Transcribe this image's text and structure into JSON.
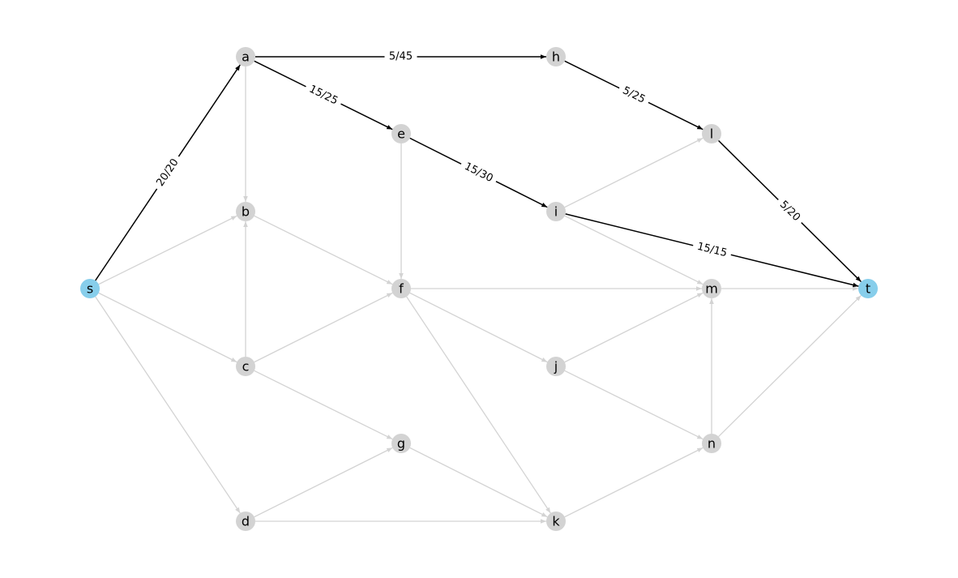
{
  "graph": {
    "nodes": [
      {
        "id": "s",
        "label": "s",
        "role": "source"
      },
      {
        "id": "a",
        "label": "a",
        "role": "inner"
      },
      {
        "id": "b",
        "label": "b",
        "role": "inner"
      },
      {
        "id": "c",
        "label": "c",
        "role": "inner"
      },
      {
        "id": "d",
        "label": "d",
        "role": "inner"
      },
      {
        "id": "e",
        "label": "e",
        "role": "inner"
      },
      {
        "id": "f",
        "label": "f",
        "role": "inner"
      },
      {
        "id": "g",
        "label": "g",
        "role": "inner"
      },
      {
        "id": "h",
        "label": "h",
        "role": "inner"
      },
      {
        "id": "i",
        "label": "i",
        "role": "inner"
      },
      {
        "id": "j",
        "label": "j",
        "role": "inner"
      },
      {
        "id": "k",
        "label": "k",
        "role": "inner"
      },
      {
        "id": "l",
        "label": "l",
        "role": "inner"
      },
      {
        "id": "m",
        "label": "m",
        "role": "inner"
      },
      {
        "id": "n",
        "label": "n",
        "role": "inner"
      },
      {
        "id": "t",
        "label": "t",
        "role": "sink"
      }
    ],
    "edges": [
      {
        "from": "s",
        "to": "a",
        "label": "20/20",
        "highlight": true
      },
      {
        "from": "a",
        "to": "h",
        "label": "5/45",
        "highlight": true
      },
      {
        "from": "a",
        "to": "e",
        "label": "15/25",
        "highlight": true
      },
      {
        "from": "h",
        "to": "l",
        "label": "5/25",
        "highlight": true
      },
      {
        "from": "e",
        "to": "i",
        "label": "15/30",
        "highlight": true
      },
      {
        "from": "l",
        "to": "t",
        "label": "5/20",
        "highlight": true
      },
      {
        "from": "i",
        "to": "t",
        "label": "15/15",
        "highlight": true
      },
      {
        "from": "s",
        "to": "b",
        "label": "",
        "highlight": false
      },
      {
        "from": "s",
        "to": "c",
        "label": "",
        "highlight": false
      },
      {
        "from": "s",
        "to": "d",
        "label": "",
        "highlight": false
      },
      {
        "from": "a",
        "to": "b",
        "label": "",
        "highlight": false
      },
      {
        "from": "c",
        "to": "b",
        "label": "",
        "highlight": false
      },
      {
        "from": "b",
        "to": "f",
        "label": "",
        "highlight": false
      },
      {
        "from": "c",
        "to": "f",
        "label": "",
        "highlight": false
      },
      {
        "from": "c",
        "to": "g",
        "label": "",
        "highlight": false
      },
      {
        "from": "d",
        "to": "g",
        "label": "",
        "highlight": false
      },
      {
        "from": "d",
        "to": "k",
        "label": "",
        "highlight": false
      },
      {
        "from": "e",
        "to": "f",
        "label": "",
        "highlight": false
      },
      {
        "from": "f",
        "to": "m",
        "label": "",
        "highlight": false
      },
      {
        "from": "f",
        "to": "j",
        "label": "",
        "highlight": false
      },
      {
        "from": "f",
        "to": "k",
        "label": "",
        "highlight": false
      },
      {
        "from": "g",
        "to": "k",
        "label": "",
        "highlight": false
      },
      {
        "from": "i",
        "to": "l",
        "label": "",
        "highlight": false
      },
      {
        "from": "i",
        "to": "m",
        "label": "",
        "highlight": false
      },
      {
        "from": "j",
        "to": "m",
        "label": "",
        "highlight": false
      },
      {
        "from": "j",
        "to": "n",
        "label": "",
        "highlight": false
      },
      {
        "from": "k",
        "to": "n",
        "label": "",
        "highlight": false
      },
      {
        "from": "n",
        "to": "m",
        "label": "",
        "highlight": false
      },
      {
        "from": "m",
        "to": "t",
        "label": "",
        "highlight": false
      },
      {
        "from": "n",
        "to": "t",
        "label": "",
        "highlight": false
      }
    ]
  },
  "colors": {
    "terminal_node": "#87ceeb",
    "inner_node": "#d3d3d3",
    "flow_edge": "#000000",
    "idle_edge": "#d3d3d3",
    "background": "#ffffff"
  }
}
